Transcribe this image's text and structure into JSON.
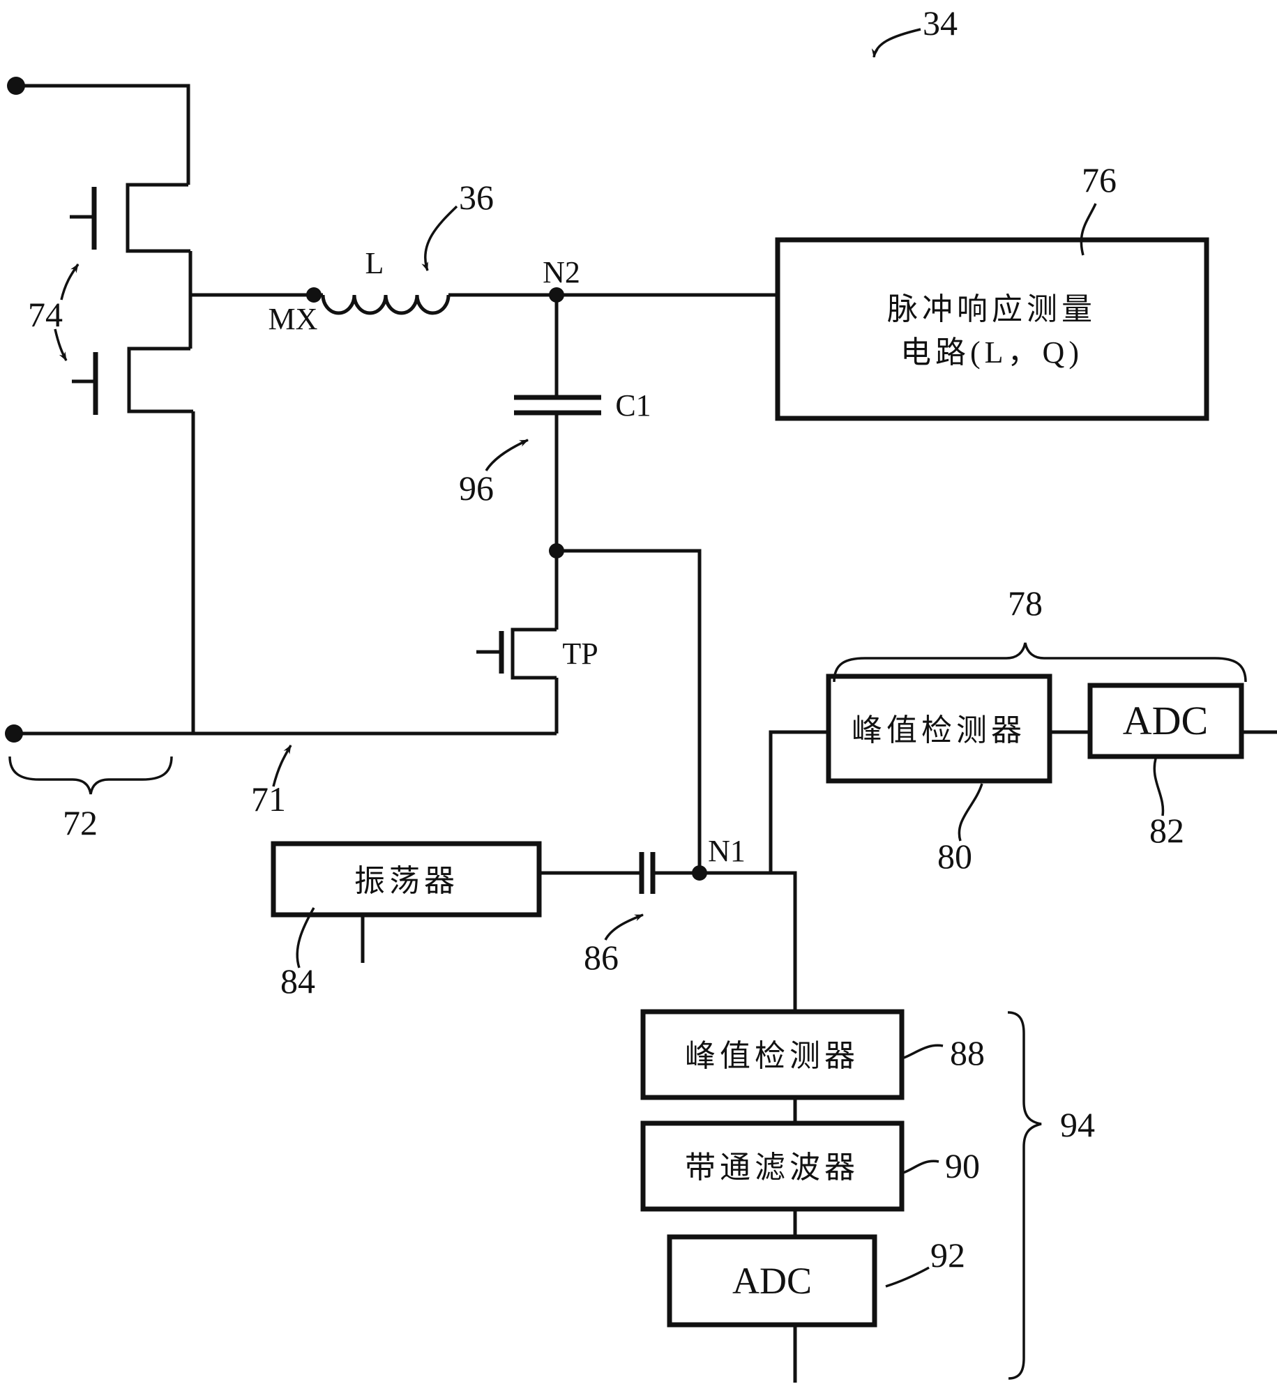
{
  "figure": {
    "reference_labels": {
      "figure_number": "34",
      "inductor_ref": "36",
      "transistor_pair": "74",
      "bridge_brace": "72",
      "low_rail": "71",
      "measurement_circuit": "76",
      "top_subsystem_brace": "78",
      "peak_detector_top": "80",
      "adc_top": "82",
      "oscillator": "84",
      "coupling_capacitor": "86",
      "peak_detector_bottom": "88",
      "bandpass_filter": "90",
      "adc_bottom": "92",
      "bottom_subsystem_brace": "94",
      "capacitor_c1_ref": "96"
    },
    "net_labels": {
      "mx_node": "MX",
      "inductor": "L",
      "node_n2": "N2",
      "capacitor_c1": "C1",
      "test_transistor": "TP",
      "node_n1": "N1"
    },
    "boxes": {
      "measurement_line1": "脉冲响应测量",
      "measurement_line2": "电路(L，Q)",
      "oscillator": "振荡器",
      "peak_detector_top": "峰值检测器",
      "adc_top": "ADC",
      "peak_detector_bottom": "峰值检测器",
      "bandpass_filter": "带通滤波器",
      "adc_bottom": "ADC"
    },
    "colors": {
      "line": "#111111",
      "background": "#ffffff"
    }
  }
}
